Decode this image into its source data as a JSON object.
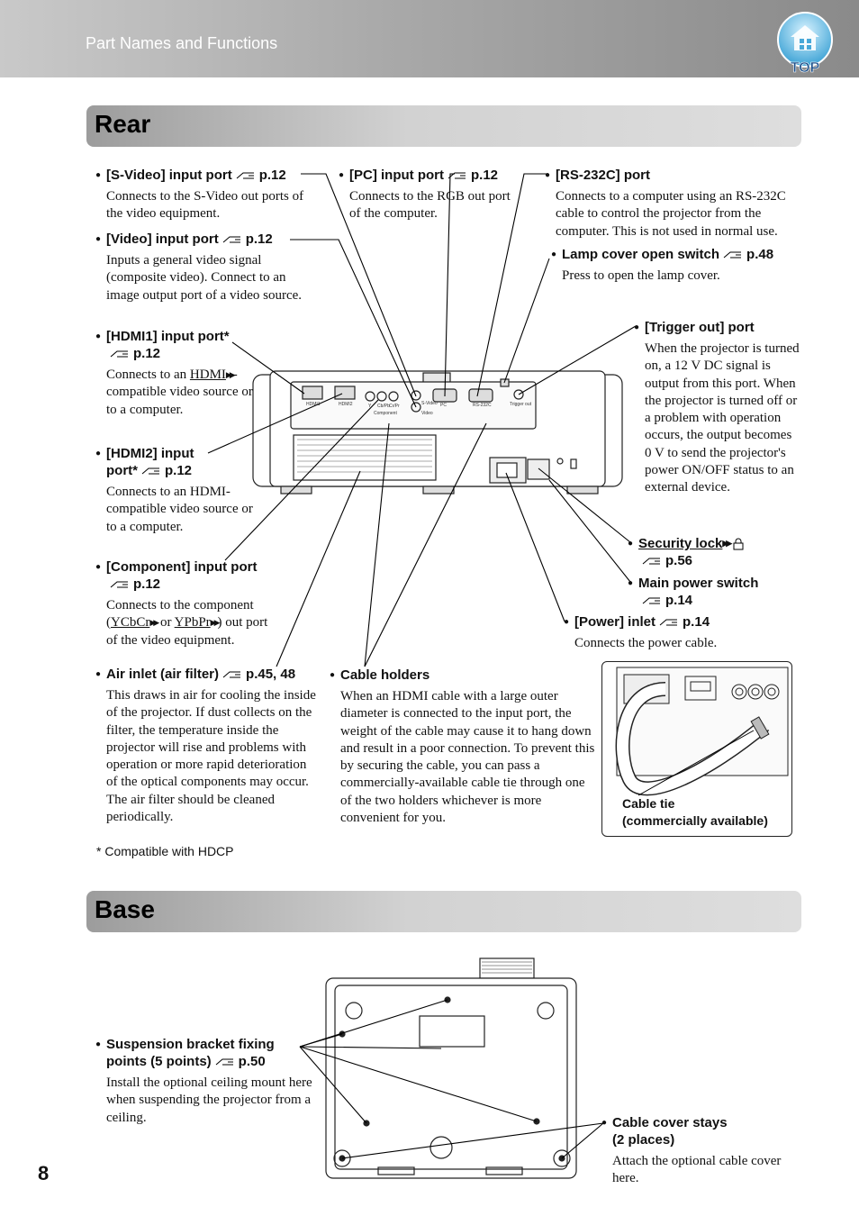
{
  "header": {
    "title": "Part Names and Functions",
    "top_label": "TOP"
  },
  "sections": {
    "rear": "Rear",
    "base": "Base"
  },
  "items": {
    "svideo": {
      "title": "[S-Video] input port",
      "ref": "p.12",
      "desc": "Connects to the S-Video out ports of the video equipment."
    },
    "video": {
      "title": "[Video] input port",
      "ref": "p.12",
      "desc": "Inputs a general video signal (composite video). Connect to an image output port of a video source."
    },
    "hdmi1": {
      "title": "[HDMI1] input port*",
      "ref": "p.12",
      "desc_pre": "Connects to an ",
      "desc_link": "HDMI",
      "desc_post": "-compatible video source or to a computer."
    },
    "hdmi2": {
      "title_1": "[HDMI2] input",
      "title_2": "port*",
      "ref": "p.12",
      "desc": "Connects to an HDMI-compatible video source or to a computer."
    },
    "component": {
      "title": "[Component] input port",
      "ref": "p.12",
      "desc_pre": "Connects to the component (",
      "link1": "YCbCr",
      "desc_mid": " or ",
      "link2": "YPbPr",
      "desc_post": ") out port of the video equipment."
    },
    "airinlet": {
      "title": "Air inlet (air filter)",
      "ref": "p.45, 48",
      "desc": "This draws in air for cooling the inside of the projector. If dust collects on the filter, the temperature inside the projector will rise and problems with operation or more rapid deterioration of the optical components may occur. The air filter should be cleaned periodically."
    },
    "pc": {
      "title": "[PC] input port",
      "ref": "p.12",
      "desc": "Connects to the RGB out port of the computer."
    },
    "cable": {
      "title": "Cable holders",
      "desc": "When an HDMI cable with a large outer diameter is connected to the input port, the weight of the cable may cause it to hang down and result in a poor connection. To prevent this by securing the cable, you can pass a commercially-available cable tie through one of the two holders whichever is more convenient for you."
    },
    "rs232c": {
      "title": "[RS-232C] port",
      "desc": "Connects to a computer using an RS-232C cable to control the projector from the computer. This is not used in normal use."
    },
    "lamp": {
      "title": "Lamp cover open switch",
      "ref": "p.48",
      "desc": "Press to open the lamp cover."
    },
    "trigger": {
      "title": "[Trigger out] port",
      "desc": "When the projector is turned on, a 12 V DC signal is output from this port. When the projector is turned off or a problem with operation occurs, the output becomes 0 V to send the projector's power ON/OFF status to an external device."
    },
    "security": {
      "title": "Security lock",
      "ref": "p.56"
    },
    "mainpower": {
      "title": "Main power switch",
      "ref": "p.14"
    },
    "power": {
      "title": "[Power] inlet",
      "ref": "p.14",
      "desc": "Connects the power cable."
    },
    "suspension": {
      "title_1": "Suspension bracket fixing",
      "title_2": "points (5 points)",
      "ref": "p.50",
      "desc": "Install the optional ceiling mount here when suspending the projector from a ceiling."
    },
    "cablecover": {
      "title_1": "Cable cover stays",
      "title_2": "(2 places)",
      "desc": "Attach the optional cable cover here."
    }
  },
  "cable_tie_label": {
    "line1": "Cable tie",
    "line2": "(commercially available)"
  },
  "footnote": "* Compatible with HDCP",
  "page_number": "8",
  "ports": {
    "hdmi1": "HDMI1",
    "hdmi2": "HDMI2",
    "component": "Component",
    "y": "Y",
    "cb": "Cb/Pb",
    "cr": "Cr/Pr",
    "svideo": "S-Video",
    "video": "Video",
    "pc": "PC",
    "rs232c": "RS-232C",
    "trigger": "Trigger out"
  }
}
